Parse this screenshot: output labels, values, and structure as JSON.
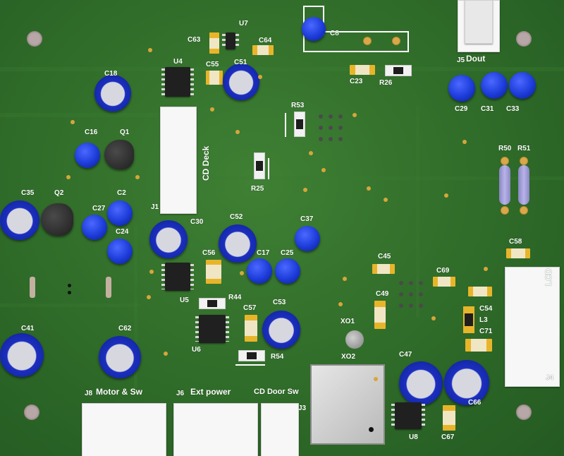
{
  "board": {
    "background_color": "#357030",
    "silkscreen_color": "#ffffff",
    "capacitor_color": "#1c3bd8"
  },
  "labels": {
    "c63": "C63",
    "u7": "U7",
    "c64": "C64",
    "c8": "C8",
    "c55": "C55",
    "c51": "C51",
    "u4": "U4",
    "c18": "C18",
    "c23": "C23",
    "r26": "R26",
    "j5": "J5",
    "dout": "Dout",
    "c29": "C29",
    "c31": "C31",
    "c33": "C33",
    "r53": "R53",
    "c16": "C16",
    "q1": "Q1",
    "cd_deck": "CD Deck",
    "r25": "R25",
    "r50": "R50",
    "r51": "R51",
    "c35": "C35",
    "q2": "Q2",
    "c2": "C2",
    "c27": "C27",
    "c24": "C24",
    "j1": "J1",
    "c30": "C30",
    "c52": "C52",
    "c37": "C37",
    "c56": "C56",
    "c17": "C17",
    "c25": "C25",
    "c45": "C45",
    "c58": "C58",
    "lcd": "LCD",
    "c69": "C69",
    "r44": "R44",
    "u5": "U5",
    "c57": "C57",
    "c53": "C53",
    "c49": "C49",
    "c54": "C54",
    "l3": "L3",
    "c71": "C71",
    "c41": "C41",
    "c62": "C62",
    "u6": "U6",
    "xo1": "XO1",
    "r54": "R54",
    "xo2": "XO2",
    "c47": "C47",
    "j4": "J4",
    "c66": "C66",
    "j8": "J8",
    "motor_sw": "Motor & Sw",
    "j6": "J6",
    "ext_power": "Ext power",
    "cd_door_sw": "CD Door Sw",
    "j3": "J3",
    "u8": "U8",
    "c67": "C67"
  }
}
